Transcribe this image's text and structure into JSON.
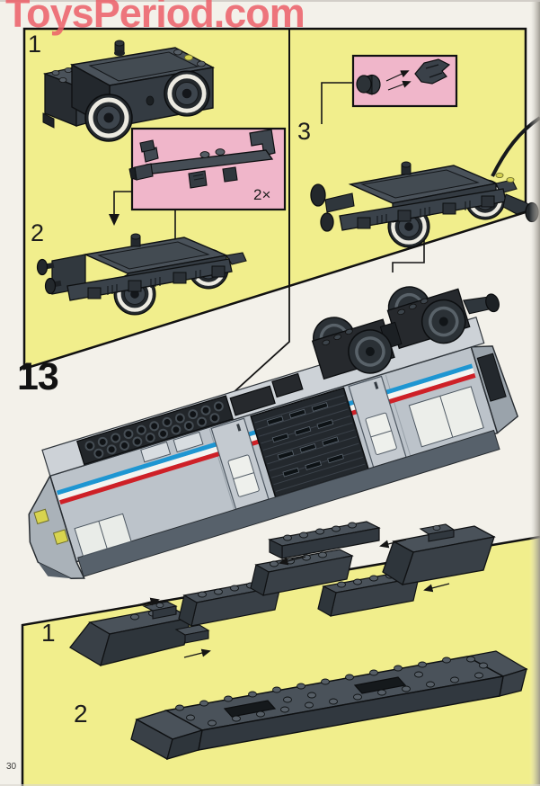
{
  "watermark": {
    "text": "ToysPeriod.com",
    "color": "#ec5f68"
  },
  "page": {
    "number": "30",
    "background_color": "#f3f1ea",
    "panel_color": "#f1ee8c",
    "highlight_color": "#f0b6ca"
  },
  "manual": {
    "main_step_number": "13",
    "top_substeps": [
      {
        "label": "1"
      },
      {
        "label": "2"
      },
      {
        "label": "3"
      }
    ],
    "bottom_substeps": [
      {
        "label": "1"
      },
      {
        "label": "2"
      }
    ],
    "part_count": "2×"
  }
}
